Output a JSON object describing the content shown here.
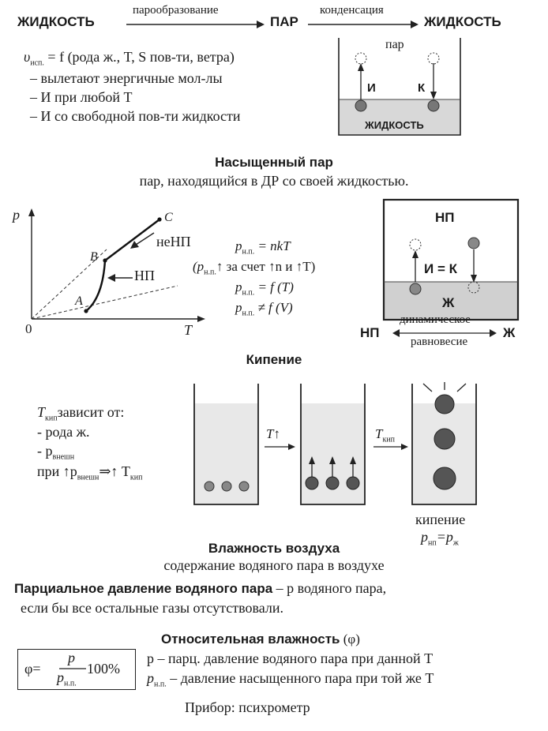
{
  "top_chain": {
    "left": "ЖИДКОСТЬ",
    "arrow1_label": "парообразование",
    "middle": "ПАР",
    "arrow2_label": "конденсация",
    "right": "ЖИДКОСТЬ"
  },
  "evaporation": {
    "formula_var": "υ",
    "formula_sub": "исп.",
    "formula_rest": " = f (рода ж., T, S пов-ти, ветра)",
    "bullets": [
      "– вылетают энергичные мол-лы",
      "– И при любой T",
      "– И со свободной пов-ти жидкости"
    ],
    "diagram": {
      "vapor_label": "пар",
      "evap_letter": "И",
      "cond_letter": "К",
      "liquid_label": "ЖИДКОСТЬ"
    }
  },
  "saturated": {
    "title": "Насыщенный пар",
    "subtitle": "пар, находящийся в ДР со своей жидкостью.",
    "graph": {
      "y_axis": "p",
      "x_axis": "T",
      "origin": "0",
      "point_a": "A",
      "point_b": "B",
      "point_c": "C",
      "label_nenp": "неНП",
      "label_np": "НП"
    },
    "formulas": [
      "p",
      "= nkT",
      "(p",
      "↑ за счет ↑n и ↑T)",
      "= f (T)",
      "≠ f (V)"
    ],
    "formula_sub": "н.п.",
    "box": {
      "title": "НП",
      "equality": "И = К",
      "liquid": "Ж"
    },
    "equilibrium": {
      "left": "НП",
      "top": "динамическое",
      "bottom": "равновесие",
      "right": "Ж"
    }
  },
  "boiling": {
    "title": "Кипение",
    "t_var": "T",
    "t_sub": "кип",
    "depends": "зависит от:",
    "items": [
      "- рода ж.",
      "- p",
      "при ↑p",
      "⇒↑ T"
    ],
    "p_sub": "внешн",
    "arrow1_label": "T↑",
    "arrow2_label": "T",
    "caption": "кипение",
    "caption_eq_left": "p",
    "caption_eq_left_sub": "нп",
    "caption_eq_mid": "=p",
    "caption_eq_right_sub": "ж"
  },
  "humidity": {
    "title": "Влажность воздуха",
    "subtitle": "содержание водяного пара в воздухе",
    "partial_bold": "Парциальное давление водяного пара",
    "partial_rest": " – p водяного пара,",
    "partial_line2": "если бы все остальные газы отсутствовали.",
    "relative_title": "Относительная влажность",
    "relative_symbol": " (φ)",
    "formula_phi": "φ=",
    "formula_num": "p",
    "formula_den": "p",
    "formula_den_sub": "н.п.",
    "formula_percent": "100%",
    "def1": "p – парц. давление водяного пара при данной T",
    "def2_var": "p",
    "def2_sub": "н.п.",
    "def2_rest": " – давление насыщенного пара при той же T",
    "instrument": "Прибор: психрометр"
  }
}
